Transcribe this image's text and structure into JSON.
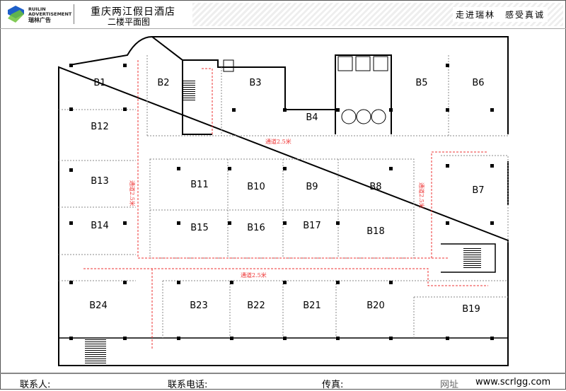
{
  "header": {
    "brand_en_1": "RUILIN",
    "brand_en_2": "ADVERTISEMENT",
    "brand_cn": "瑞林广告",
    "title": "重庆两江假日酒店",
    "subtitle": "二楼平面图",
    "slogan": "走进瑞林　感受真诚"
  },
  "stores": [
    "B1",
    "B2",
    "B3",
    "B4",
    "B5",
    "B6",
    "B7",
    "B8",
    "B9",
    "B10",
    "B11",
    "B12",
    "B13",
    "B14",
    "B15",
    "B16",
    "B17",
    "B18",
    "B19",
    "B20",
    "B21",
    "B22",
    "B23",
    "B24"
  ],
  "aisle_label": "通道2.5米",
  "footer": {
    "contact": "联系人:",
    "phone": "联系电话:",
    "fax": "传真:",
    "site_label": "网址",
    "site": "www.scrlgg.com"
  },
  "colors": {
    "aisle": "#e33333",
    "wall": "#000000"
  }
}
